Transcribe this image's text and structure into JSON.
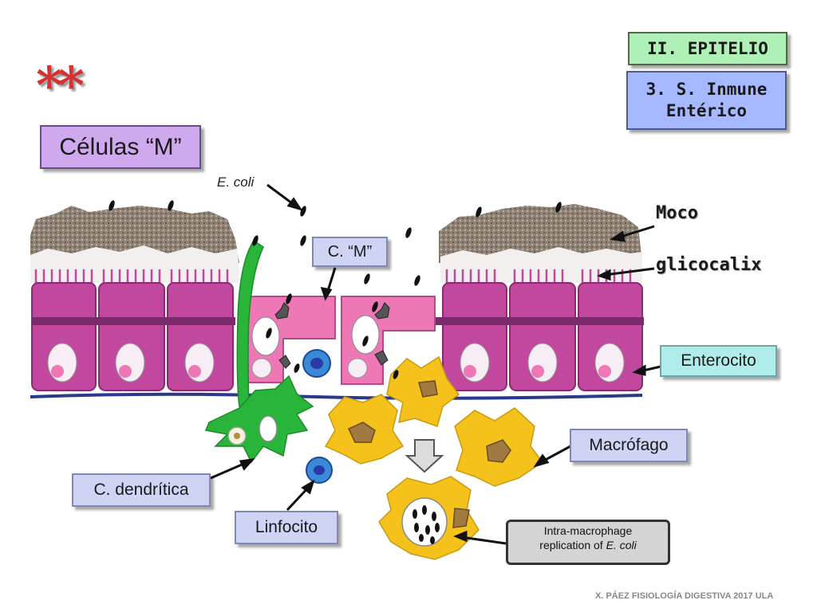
{
  "header": {
    "topic": "II. EPITELIO",
    "subtopic_line1": "3. S. Inmune",
    "subtopic_line2": "Entérico",
    "stars": "**",
    "title": "Células “M”"
  },
  "labels": {
    "ecoli": "E. coli",
    "moco": "Moco",
    "glucocalix": "glicocalix",
    "cell_m": "C. “M”",
    "enterocito": "Enterocito",
    "macrofago": "Macrófago",
    "dendritica": "C. dendrítica",
    "linfocito": "Linfocito"
  },
  "callout": {
    "line1": "Intra-macrophage",
    "line2_prefix": "replication of ",
    "line2_italic": "E. coli"
  },
  "footer": "X. PÁEZ   FISIOLOGÍA DIGESTIVA 2017  ULA",
  "colors": {
    "enterocyte": "#c2479e",
    "m_cell": "#ee78b6",
    "macrophage": "#f5c21c",
    "dendritic": "#29b53a",
    "lymphocyte": "#3a8ad6",
    "mucus": "#9a8a7c",
    "basement": "#2a3a8a"
  }
}
